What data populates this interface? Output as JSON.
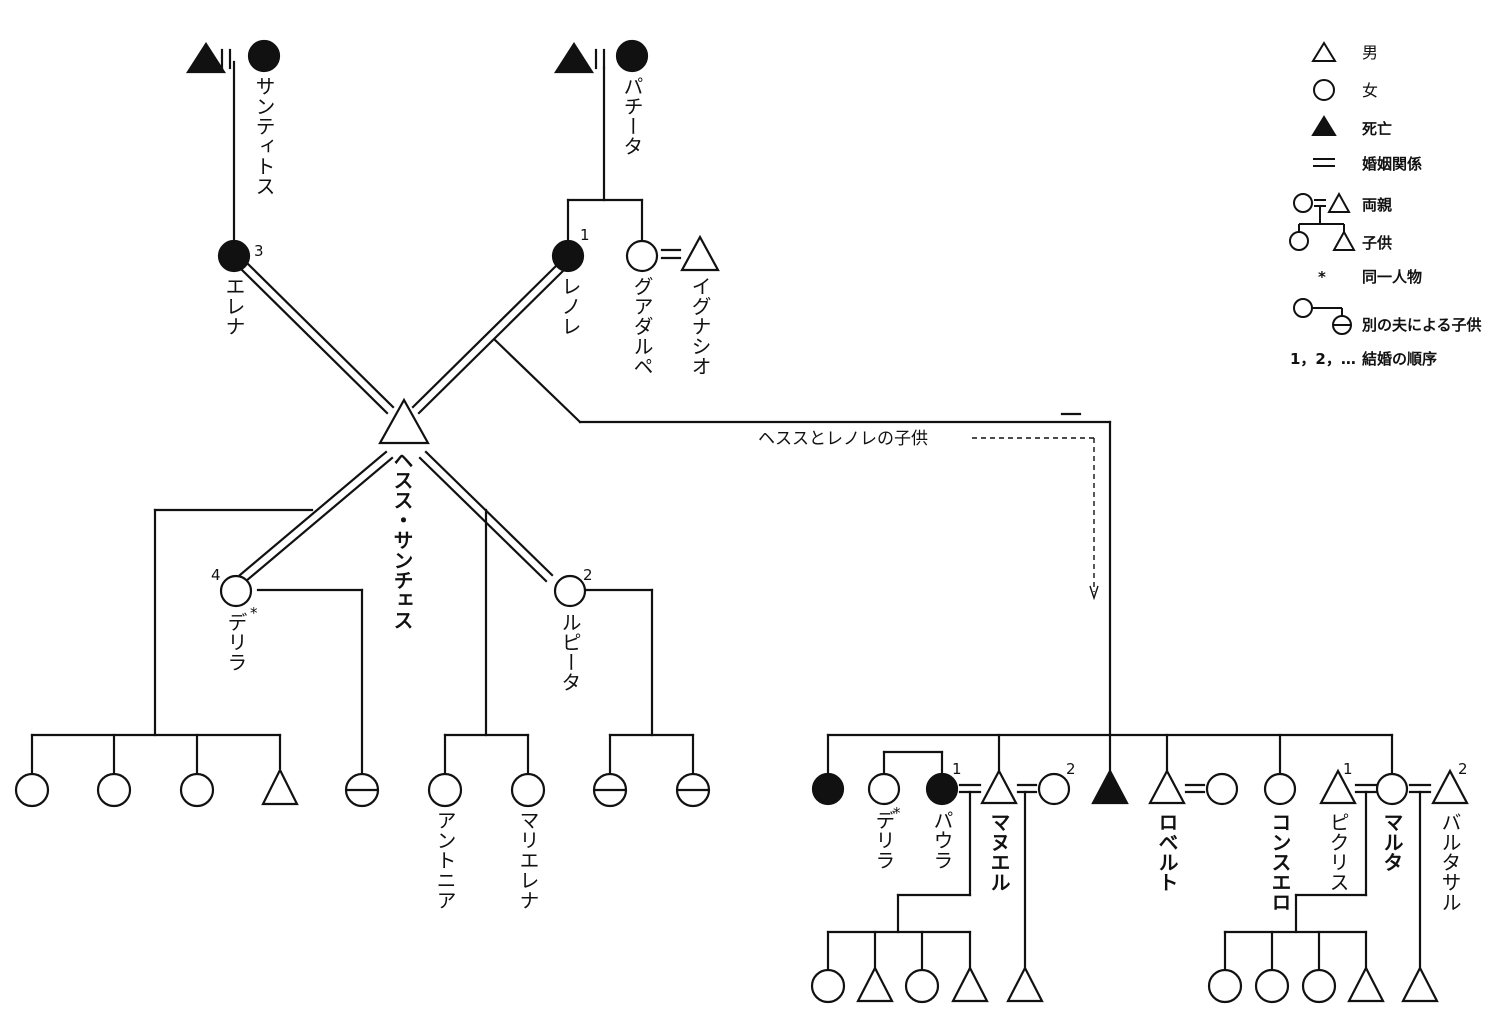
{
  "people": {
    "santititosu": "サンティトス",
    "pachita": "パチータ",
    "erena": "エレナ",
    "renore": "レノレ",
    "guadarupe": "グアダルペ",
    "igunashio": "イグナシオ",
    "hesusu": "ヘスス・サンチェス",
    "derira": "デリラ",
    "derira2": "デリラ",
    "rupita": "ルピータ",
    "antonia": "アントニア",
    "marierena": "マリエレナ",
    "paura": "パウラ",
    "manueru": "マヌエル",
    "roberuto": "ロベルト",
    "konsuero": "コンスエロ",
    "pikurisu": "ピクリス",
    "maruta": "マルタ",
    "barutasaru": "バルタサル"
  },
  "asterisk": "*",
  "marriage_numbers": {
    "erena": "3",
    "renore": "1",
    "derira": "4",
    "rupita": "2",
    "paura": "1",
    "manueru_wife2": "2",
    "pikurisu": "1",
    "barutasaru": "2"
  },
  "annotation": "ヘススとレノレの子供",
  "legend": {
    "male": "男",
    "female": "女",
    "deceased": "死亡",
    "marriage": "婚姻関係",
    "parents": "両親",
    "children": "子供",
    "same_person_symbol": "*",
    "same_person": "同一人物",
    "other_husband": "別の夫による子供",
    "order_prefix": "1，2，…",
    "order": "結婚の順序"
  }
}
